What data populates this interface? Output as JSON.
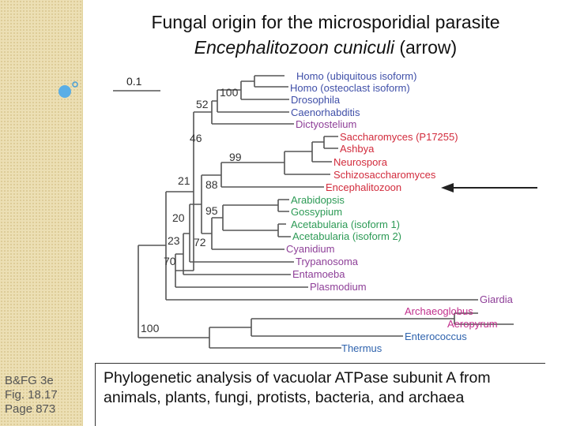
{
  "title": {
    "line1": "Fungal origin for the microsporidial parasite",
    "italic": "Encephalitozoon cuniculi",
    "suffix": " (arrow)"
  },
  "reference": {
    "line1": "B&FG 3e",
    "line2": "Fig. 18.17",
    "line3": "Page 873"
  },
  "caption": "Phylogenetic analysis of vacuolar ATPase subunit A from animals, plants, fungi, protists, bacteria, and archaea",
  "tree": {
    "scale_label": "0.1",
    "colors": {
      "animal": "#3f4fa8",
      "fungus": "#d22b3c",
      "plant": "#2c9a55",
      "protist": "#8e3f98",
      "archaea": "#c12e8c",
      "bacteria": "#2f63ad",
      "branch": "#555555",
      "arrow": "#222222"
    },
    "taxa": [
      {
        "name": "Homo (ubiquitous isoform)",
        "group": "animal"
      },
      {
        "name": "Homo (osteoclast isoform)",
        "group": "animal"
      },
      {
        "name": "Drosophila",
        "group": "animal"
      },
      {
        "name": "Caenorhabditis",
        "group": "animal"
      },
      {
        "name": "Dictyostelium",
        "group": "protist"
      },
      {
        "name": "Saccharomyces (P17255)",
        "group": "fungus"
      },
      {
        "name": "Ashbya",
        "group": "fungus"
      },
      {
        "name": "Neurospora",
        "group": "fungus"
      },
      {
        "name": "Schizosaccharomyces",
        "group": "fungus"
      },
      {
        "name": "Encephalitozoon",
        "group": "fungus",
        "arrow": true
      },
      {
        "name": "Arabidopsis",
        "group": "plant"
      },
      {
        "name": "Gossypium",
        "group": "plant"
      },
      {
        "name": "Acetabularia (isoform 1)",
        "group": "plant"
      },
      {
        "name": "Acetabularia (isoform 2)",
        "group": "plant"
      },
      {
        "name": "Cyanidium",
        "group": "protist"
      },
      {
        "name": "Trypanosoma",
        "group": "protist"
      },
      {
        "name": "Entamoeba",
        "group": "protist"
      },
      {
        "name": "Plasmodium",
        "group": "protist"
      },
      {
        "name": "Giardia",
        "group": "protist"
      },
      {
        "name": "Archaeoglobus",
        "group": "archaea"
      },
      {
        "name": "Aeropyrum",
        "group": "archaea"
      },
      {
        "name": "Enterococcus",
        "group": "bacteria"
      },
      {
        "name": "Thermus",
        "group": "bacteria"
      }
    ],
    "bootstrap": [
      "100",
      "52",
      "46",
      "99",
      "21",
      "88",
      "95",
      "20",
      "23",
      "72",
      "70",
      "100"
    ]
  }
}
